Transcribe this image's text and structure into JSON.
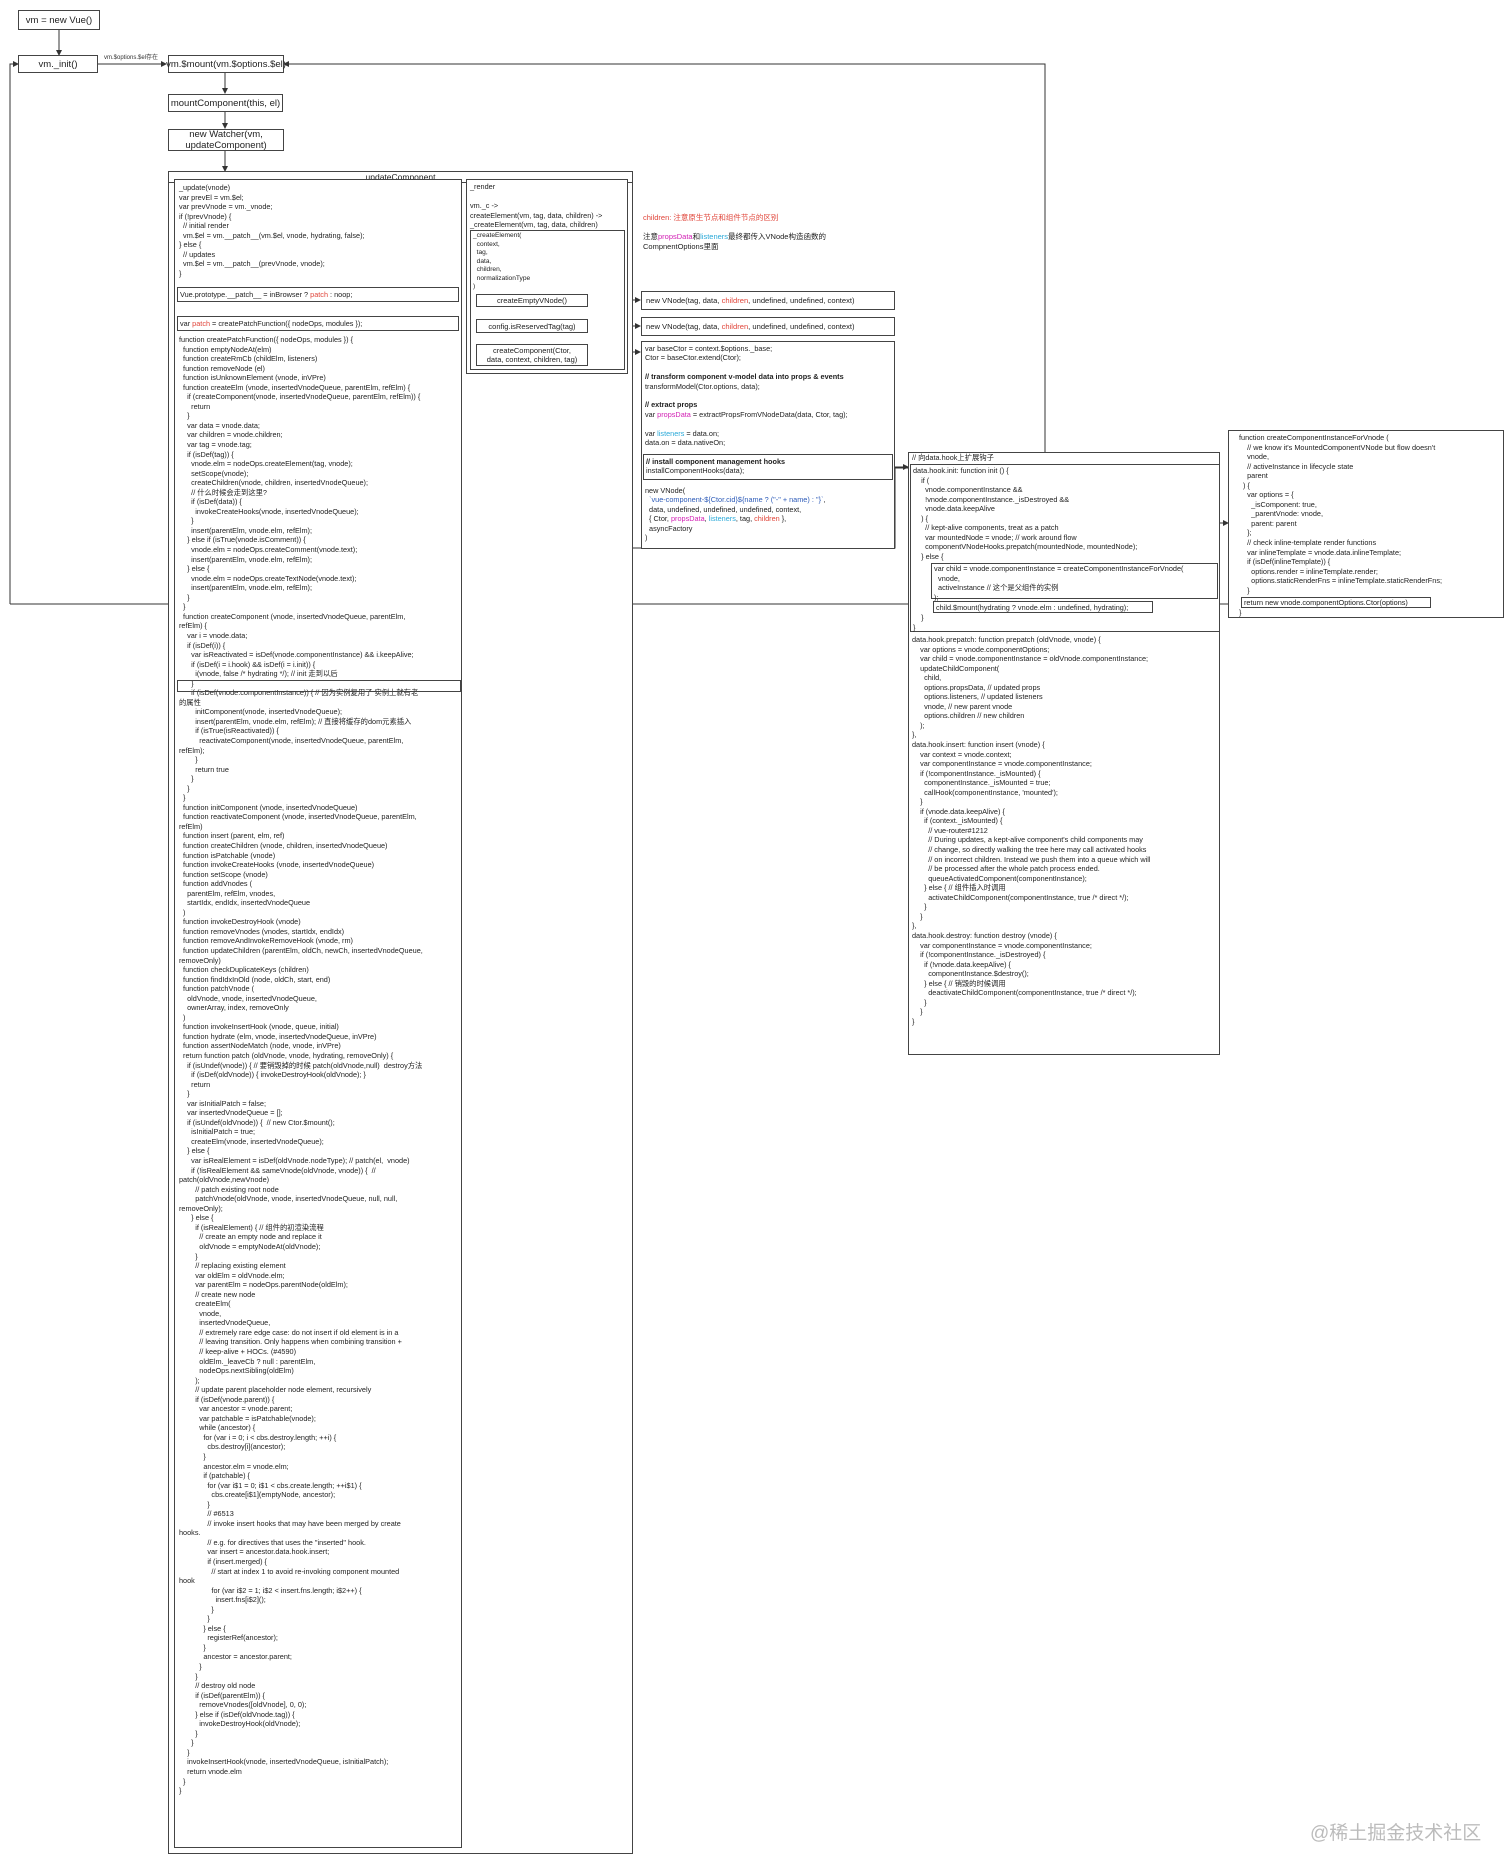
{
  "flow": {
    "new_vue": "vm = new Vue()",
    "vm_init": "vm._init()",
    "mount_note": "vm.$options.$el存在",
    "vm_mount": "vm.$mount(vm.$options.$el)",
    "mount_component": "mountComponent(this, el)",
    "new_watcher": "new Watcher(vm,\nupdateComponent)"
  },
  "update_component": {
    "title": "updateComponent",
    "update_code": "_update(vnode)\nvar prevEl = vm.$el;\nvar prevVnode = vm._vnode;\nif (!prevVnode) {\n  // initial render\n  vm.$el = vm.__patch__(vm.$el, vnode, hydrating, false);\n} else {\n  // updates\n  vm.$el = vm.__patch__(prevVnode, vnode);\n}",
    "proto_patch_a": "Vue.prototype.__patch__ = inBrowser ? ",
    "proto_patch_b": "patch",
    "proto_patch_c": " : noop;",
    "var_patch_a": "var ",
    "var_patch_b": "patch",
    "var_patch_c": " = createPatchFunction({ nodeOps, modules });",
    "patch_code": "function createPatchFunction({ nodeOps, modules }) {\n  function emptyNodeAt(elm)\n  function createRmCb (childElm, listeners)\n  function removeNode (el)\n  function isUnknownElement (vnode, inVPre)\n  function createElm (vnode, insertedVnodeQueue, parentElm, refElm) {\n    if (createComponent(vnode, insertedVnodeQueue, parentElm, refElm)) {\n      return\n    }\n    var data = vnode.data;\n    var children = vnode.children;\n    var tag = vnode.tag;\n    if (isDef(tag)) {\n      vnode.elm = nodeOps.createElement(tag, vnode);\n      setScope(vnode);\n      createChildren(vnode, children, insertedVnodeQueue);\n      // 什么时候会走到这里?\n      if (isDef(data)) {\n        invokeCreateHooks(vnode, insertedVnodeQueue);\n      }\n      insert(parentElm, vnode.elm, refElm);\n    } else if (isTrue(vnode.isComment)) {\n      vnode.elm = nodeOps.createComment(vnode.text);\n      insert(parentElm, vnode.elm, refElm);\n    } else {\n      vnode.elm = nodeOps.createTextNode(vnode.text);\n      insert(parentElm, vnode.elm, refElm);\n    }\n  }\n  function createComponent (vnode, insertedVnodeQueue, parentElm,\nrefElm) {\n    var i = vnode.data;\n    if (isDef(i)) {\n      var isReactivated = isDef(vnode.componentInstance) && i.keepAlive;\n      if (isDef(i = i.hook) && isDef(i = i.init)) {\n        i(vnode, false /* hydrating */); // init 走到以后\n      }\n      if (isDef(vnode.componentInstance)) { // 因为实例复用了 实例上就有老\n的属性\n        initComponent(vnode, insertedVnodeQueue);\n        insert(parentElm, vnode.elm, refElm); // 直接将缓存的dom元素插入\n        if (isTrue(isReactivated)) {\n          reactivateComponent(vnode, insertedVnodeQueue, parentElm,\nrefElm);\n        }\n        return true\n      }\n    }\n  }\n  function initComponent (vnode, insertedVnodeQueue)\n  function reactivateComponent (vnode, insertedVnodeQueue, parentElm,\nrefElm)\n  function insert (parent, elm, ref)\n  function createChildren (vnode, children, insertedVnodeQueue)\n  function isPatchable (vnode)\n  function invokeCreateHooks (vnode, insertedVnodeQueue)\n  function setScope (vnode)\n  function addVnodes (\n    parentElm, refElm, vnodes,\n    startIdx, endIdx, insertedVnodeQueue\n  )\n  function invokeDestroyHook (vnode)\n  function removeVnodes (vnodes, startIdx, endIdx)\n  function removeAndInvokeRemoveHook (vnode, rm)\n  function updateChildren (parentElm, oldCh, newCh, insertedVnodeQueue,\nremoveOnly)\n  function checkDuplicateKeys (children)\n  function findIdxInOld (node, oldCh, start, end)\n  function patchVnode (\n    oldVnode, vnode, insertedVnodeQueue,\n    ownerArray, index, removeOnly\n  )\n  function invokeInsertHook (vnode, queue, initial)\n  function hydrate (elm, vnode, insertedVnodeQueue, inVPre)\n  function assertNodeMatch (node, vnode, inVPre)\n  return function patch (oldVnode, vnode, hydrating, removeOnly) {\n    if (isUndef(vnode)) { // 要销毁掉的时候 patch(oldVnode,null)  destroy方法\n      if (isDef(oldVnode)) { invokeDestroyHook(oldVnode); }\n      return\n    }\n    var isInitialPatch = false;\n    var insertedVnodeQueue = [];\n    if (isUndef(oldVnode)) {  // new Ctor.$mount();\n      isInitialPatch = true;\n      createElm(vnode, insertedVnodeQueue);\n    } else {\n      var isRealElement = isDef(oldVnode.nodeType); // patch(el,  vnode)\n      if (!isRealElement && sameVnode(oldVnode, vnode)) {  //\npatch(oldVnode,newVnode)\n        // patch existing root node\n        patchVnode(oldVnode, vnode, insertedVnodeQueue, null, null,\nremoveOnly);\n      } else {\n        if (isRealElement) { // 组件的初渲染流程\n          // create an empty node and replace it\n          oldVnode = emptyNodeAt(oldVnode);\n        }\n        // replacing existing element\n        var oldElm = oldVnode.elm;\n        var parentElm = nodeOps.parentNode(oldElm);\n        // create new node\n        createElm(\n          vnode,\n          insertedVnodeQueue,\n          // extremely rare edge case: do not insert if old element is in a\n          // leaving transition. Only happens when combining transition +\n          // keep-alive + HOCs. (#4590)\n          oldElm._leaveCb ? null : parentElm,\n          nodeOps.nextSibling(oldElm)\n        );\n        // update parent placeholder node element, recursively\n        if (isDef(vnode.parent)) {\n          var ancestor = vnode.parent;\n          var patchable = isPatchable(vnode);\n          while (ancestor) {\n            for (var i = 0; i < cbs.destroy.length; ++i) {\n              cbs.destroy[i](ancestor);\n            }\n            ancestor.elm = vnode.elm;\n            if (patchable) {\n              for (var i$1 = 0; i$1 < cbs.create.length; ++i$1) {\n                cbs.create[i$1](emptyNode, ancestor);\n              }\n              // #6513\n              // invoke insert hooks that may have been merged by create\nhooks.\n              // e.g. for directives that uses the \"inserted\" hook.\n              var insert = ancestor.data.hook.insert;\n              if (insert.merged) {\n                // start at index 1 to avoid re-invoking component mounted\nhook\n                for (var i$2 = 1; i$2 < insert.fns.length; i$2++) {\n                  insert.fns[i$2]();\n                }\n              }\n            } else {\n              registerRef(ancestor);\n            }\n            ancestor = ancestor.parent;\n          }\n        }\n        // destroy old node\n        if (isDef(parentElm)) {\n          removeVnodes([oldVnode], 0, 0);\n        } else if (isDef(oldVnode.tag)) {\n          invokeDestroyHook(oldVnode);\n        }\n      }\n    }\n    invokeInsertHook(vnode, insertedVnodeQueue, isInitialPatch);\n    return vnode.elm\n  }\n}"
  },
  "render": {
    "code": "_render\n\nvm._c ->\ncreateElement(vm, tag, data, children) ->\n_createElement(vm, tag, data, children)",
    "params": "_createElement(\n  context,\n  tag,\n  data,\n  children,\n  normalizationType\n)",
    "create_empty": "createEmptyVNode()",
    "is_reserved": "config.isReservedTag(tag)",
    "create_component": "createComponent(Ctor,\ndata, context, children, tag)"
  },
  "notes": {
    "children_note": "children: 注意原生节点和组件节点的区别",
    "props_note_a": "注意",
    "props_note_b": "propsData",
    "props_note_c": "和",
    "props_note_d": "listeners",
    "props_note_e": "最终都传入VNode构造函数的",
    "props_note_f": "CompnentOptions里面"
  },
  "vnodes": {
    "v1_a": "new VNode(tag, data, ",
    "v1_b": "children",
    "v1_c": ", undefined, undefined, context)",
    "v2_a": "new VNode(tag, data, ",
    "v2_b": "children",
    "v2_c": ", undefined, undefined, context)"
  },
  "component_vnode": {
    "line1": "var baseCtor = context.$options._base;",
    "line2": "Ctor = baseCtor.extend(Ctor);",
    "line3": "// transform component v-model data into props & events",
    "line4": "transformModel(Ctor.options, data);",
    "line5": "// extract props",
    "line6_a": "var ",
    "line6_b": "propsData",
    "line6_c": " = extractPropsFromVNodeData(data, Ctor, tag);",
    "line7_a": "var ",
    "line7_b": "listeners",
    "line7_c": " = data.on;",
    "line8": "data.on = data.nativeOn;",
    "hooks_a": "// install component management hooks",
    "hooks_b": "installComponentHooks(data);",
    "vn1": "new VNode(",
    "vn2_a": "  ",
    "vn2_b": "`vue-component-${Ctor.cid}${name ? (\"-\" + name) : ''}`",
    "vn2_c": ",",
    "vn3": "  data, undefined, undefined, undefined, context,",
    "vn4_a": "  { Ctor, ",
    "vn4_b": "propsData",
    "vn4_c": ", ",
    "vn4_d": "listeners",
    "vn4_e": ", tag, ",
    "vn4_f": "children",
    "vn4_g": " },",
    "vn5": "  asyncFactory",
    "vn6": ")"
  },
  "hooks": {
    "title": "// 向data.hook上扩展钩子",
    "init": "data.hook.init: function init () {\n    if (\n      vnode.componentInstance &&\n      !vnode.componentInstance._isDestroyed &&\n      vnode.data.keepAlive\n    ) {\n      // kept-alive components, treat as a patch\n      var mountedNode = vnode; // work around flow\n      componentVNodeHooks.prepatch(mountedNode, mountedNode);\n    } else {",
    "child": "var child = vnode.componentInstance = createComponentInstanceForVnode(\n  vnode,\n  activeInstance // 这个是父组件的实例\n);",
    "mount": "child.$mount(hydrating ? vnode.elm : undefined, hydrating);",
    "tail": "    }\n}",
    "rest": "data.hook.prepatch: function prepatch (oldVnode, vnode) {\n    var options = vnode.componentOptions;\n    var child = vnode.componentInstance = oldVnode.componentInstance;\n    updateChildComponent(\n      child,\n      options.propsData, // updated props\n      options.listeners, // updated listeners\n      vnode, // new parent vnode\n      options.children // new children\n    );\n},\ndata.hook.insert: function insert (vnode) {\n    var context = vnode.context;\n    var componentInstance = vnode.componentInstance;\n    if (!componentInstance._isMounted) {\n      componentInstance._isMounted = true;\n      callHook(componentInstance, 'mounted');\n    }\n    if (vnode.data.keepAlive) {\n      if (context._isMounted) {\n        // vue-router#1212\n        // During updates, a kept-alive component's child components may\n        // change, so directly walking the tree here may call activated hooks\n        // on incorrect children. Instead we push them into a queue which will\n        // be processed after the whole patch process ended.\n        queueActivatedComponent(componentInstance);\n      } else { // 组件插入时调用\n        activateChildComponent(componentInstance, true /* direct */);\n      }\n    }\n},\ndata.hook.destroy: function destroy (vnode) {\n    var componentInstance = vnode.componentInstance;\n    if (!componentInstance._isDestroyed) {\n      if (!vnode.data.keepAlive) {\n        componentInstance.$destroy();\n      } else { // 销毁的时候调用\n        deactivateChildComponent(componentInstance, true /* direct */);\n      }\n    }\n}"
  },
  "instance_fn": {
    "code": "function createComponentInstanceForVnode (\n    // we know it's MountedComponentVNode but flow doesn't\n    vnode,\n    // activeInstance in lifecycle state\n    parent\n  ) {\n    var options = {\n      _isComponent: true,\n      _parentVnode: vnode,\n      parent: parent\n    };\n    // check inline-template render functions\n    var inlineTemplate = vnode.data.inlineTemplate;\n    if (isDef(inlineTemplate)) {\n      options.render = inlineTemplate.render;\n      options.staticRenderFns = inlineTemplate.staticRenderFns;\n    }",
    "ret": "return new vnode.componentOptions.Ctor(options)",
    "close": "}"
  },
  "watermark": "@稀土掘金技术社区"
}
